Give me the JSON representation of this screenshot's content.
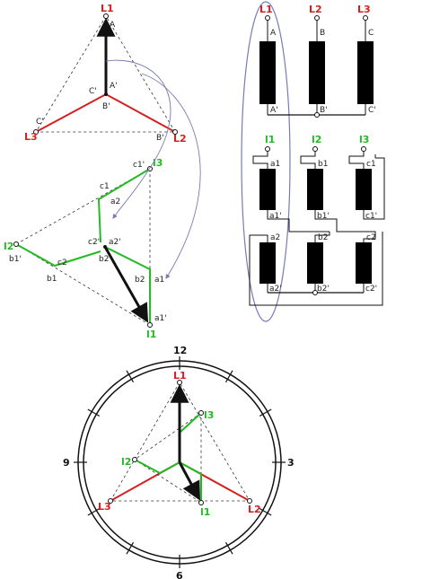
{
  "colors": {
    "primary": "#d42020",
    "secondary": "#22bb22",
    "wire": "#111111",
    "dashed": "#333333",
    "connector": "#7a7ab8",
    "coil": "#000000"
  },
  "primary_terminals": [
    "L1",
    "L2",
    "L3"
  ],
  "primary_coil_ends": {
    "top": [
      "A",
      "B",
      "C"
    ],
    "bottom": [
      "A'",
      "B'",
      "C'"
    ]
  },
  "secondary_terminals": [
    "l1",
    "l2",
    "l3"
  ],
  "secondary_coil_ends": {
    "upper_top": [
      "a1",
      "b1",
      "c1"
    ],
    "upper_bottom": [
      "a1'",
      "b1'",
      "c1'"
    ],
    "lower_top": [
      "a2",
      "b2",
      "c2"
    ],
    "lower_bottom": [
      "a2'",
      "b2'",
      "c2'"
    ]
  },
  "clock_marks": [
    "12",
    "3",
    "6",
    "9"
  ],
  "phasor_labels": {
    "A": "A",
    "A_prime": "A'",
    "B_prime": "B'",
    "C_prime": "C'",
    "C_prime2": "C'"
  }
}
